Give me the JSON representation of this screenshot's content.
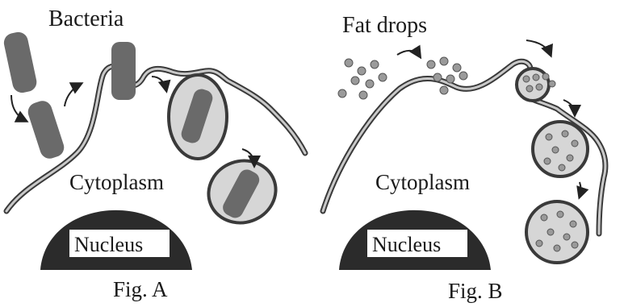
{
  "figures": [
    {
      "caption": "Fig. A",
      "top_label": "Bacteria",
      "region_label": "Cytoplasm",
      "nucleus_label": "Nucleus"
    },
    {
      "caption": "Fig. B",
      "top_label": "Fat drops",
      "region_label": "Cytoplasm",
      "nucleus_label": "Nucleus"
    }
  ],
  "colors": {
    "membrane": "#3a3a3a",
    "membrane_fill": "#c9c9c9",
    "bacteria": "#6a6a6a",
    "nucleus": "#2b2b2b",
    "vesicle_fill": "#d6d6d6",
    "fat_drop": "#9a9a9a"
  }
}
